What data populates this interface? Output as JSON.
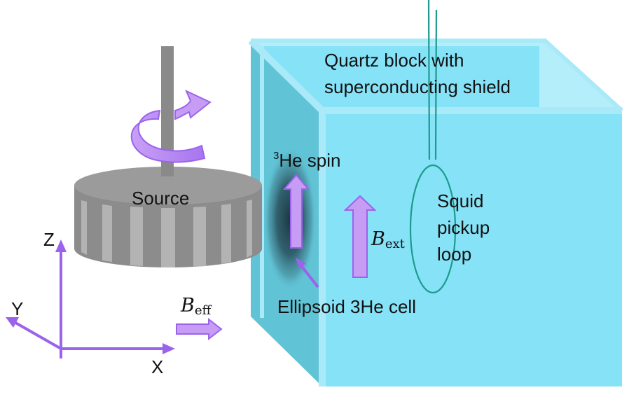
{
  "labels": {
    "quartz_block_line1": "Quartz block with",
    "quartz_block_line2": "superconducting shield",
    "source": "Source",
    "he3_spin_superscript": "3",
    "he3_spin_text": "He spin",
    "b_ext_symbol": "B",
    "b_ext_subscript": "ext",
    "b_eff_symbol": "B",
    "b_eff_subscript": "eff",
    "squid_line1": "Squid",
    "squid_line2": "pickup",
    "squid_line3": "loop",
    "ellipsoid_cell": "Ellipsoid 3He cell",
    "axis_z": "Z",
    "axis_y": "Y",
    "axis_x": "X"
  },
  "colors": {
    "quartz_front": "#86e2f7",
    "quartz_side": "#61c3d6",
    "quartz_top": "#b5eefb",
    "quartz_edge": "#a9e9f8",
    "source_body": "#8c8c8c",
    "source_top": "#9b9b9b",
    "source_stripe": "#b3b3b3",
    "rod": "#8a8a8a",
    "arrow_fill": "#c79cf5",
    "arrow_stroke": "#9b63ec",
    "axis": "#9b63ec",
    "squid_line": "#1e9a8e",
    "cell_dark": "#22424f"
  }
}
